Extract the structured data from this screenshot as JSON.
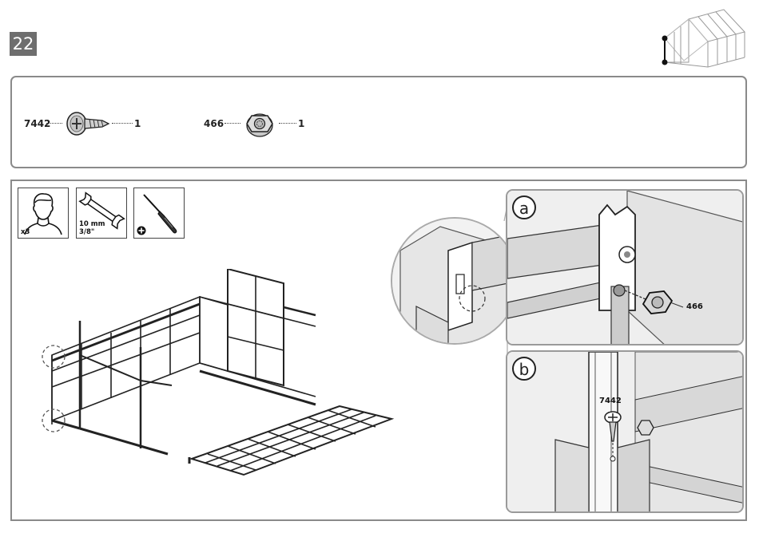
{
  "step": {
    "number": "22"
  },
  "parts": [
    {
      "code": "7442",
      "qty": "1",
      "icon": "screw-icon"
    },
    {
      "code": "466",
      "qty": "1",
      "icon": "hex-nut-icon"
    }
  ],
  "tools": [
    {
      "icon": "person-icon",
      "caption": "x3"
    },
    {
      "icon": "wrench-icon",
      "caption_line1": "10 mm",
      "caption_line2": "3/8\""
    },
    {
      "icon": "screwdriver-icon",
      "caption": ""
    }
  ],
  "details": [
    {
      "letter": "a",
      "callout": "466"
    },
    {
      "letter": "b",
      "callout": "7442"
    }
  ]
}
